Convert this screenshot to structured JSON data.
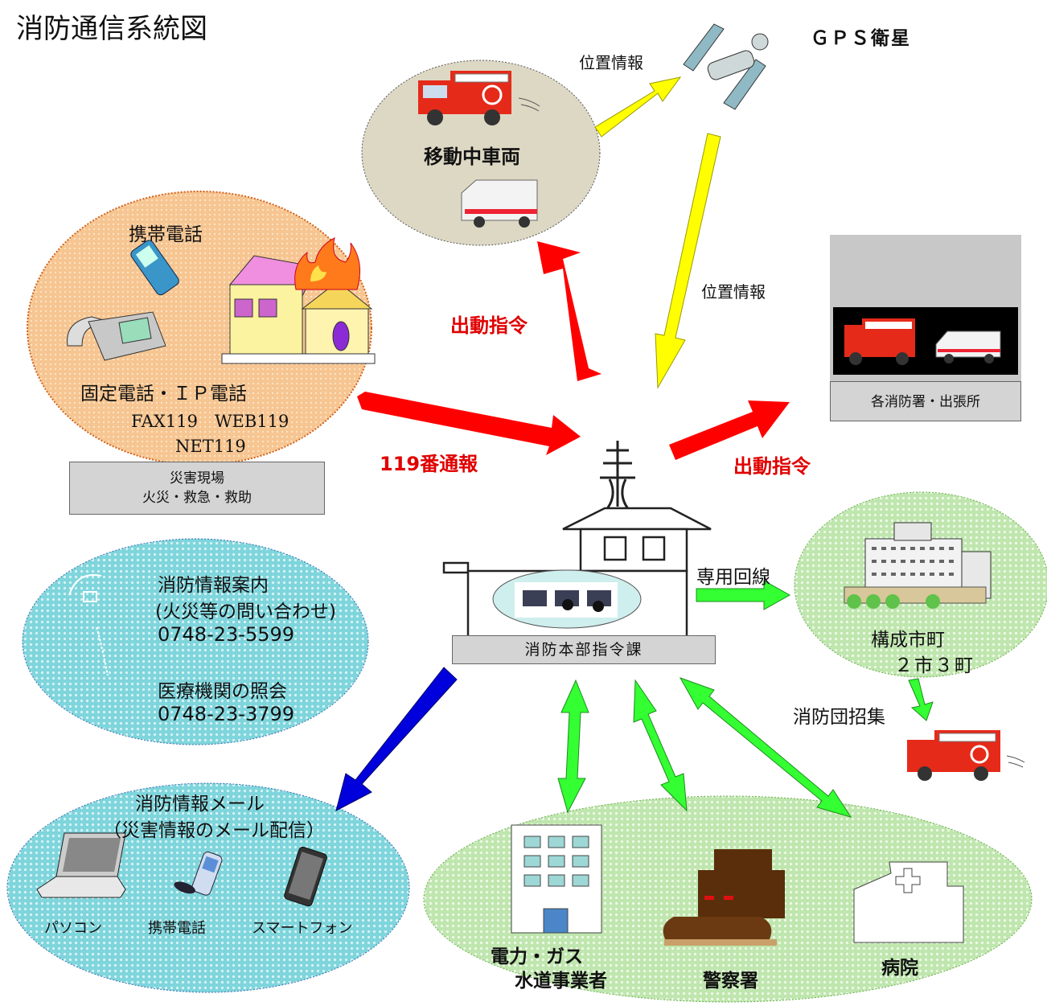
{
  "title": "消防通信系統図",
  "gps_satellite": "ＧＰＳ衛星",
  "position_info_top": "位置情報",
  "position_info_right": "位置情報",
  "moving_vehicles": "移動中車両",
  "dispatch_order_left": "出動指令",
  "dispatch_order_right": "出動指令",
  "report_119": "119番通報",
  "mobile_phone": "携帯電話",
  "fixed_phone": "固定電話・ＩＰ電話",
  "fax_web": "FAX119　WEB119",
  "net119": "NET119",
  "disaster_site_line1": "災害現場",
  "disaster_site_line2": "火災・救急・救助",
  "stations": "各消防署・出張所",
  "hq": "消防本部指令課",
  "dedicated_line": "専用回線",
  "municipalities_line1": "構成市町",
  "municipalities_line2": "２市３町",
  "fire_corps_call": "消防団招集",
  "info_guide": {
    "title": "消防情報案内",
    "subtitle": "(火災等の問い合わせ)",
    "phone1": "0748-23-5599",
    "medical": "医療機関の照会",
    "phone2": "0748-23-3799"
  },
  "mail": {
    "title": "消防情報メール",
    "subtitle": "（災害情報のメール配信）",
    "pc": "パソコン",
    "mobile": "携帯電話",
    "smartphone": "スマートフォン"
  },
  "orgs": {
    "utilities_line1": "電力・ガス",
    "utilities_line2": "水道事業者",
    "police": "警察署",
    "hospital": "病院"
  },
  "colors": {
    "report_red": "#ff0000",
    "gps_yellow": "#ffff00",
    "line_green": "#33ff33",
    "mail_blue": "#0000dd",
    "site_orange": "#f7c89a",
    "vehicle_beige": "#ddd8c4",
    "cyan_dots": "#86d9df",
    "green_dots": "#c9eab9"
  }
}
